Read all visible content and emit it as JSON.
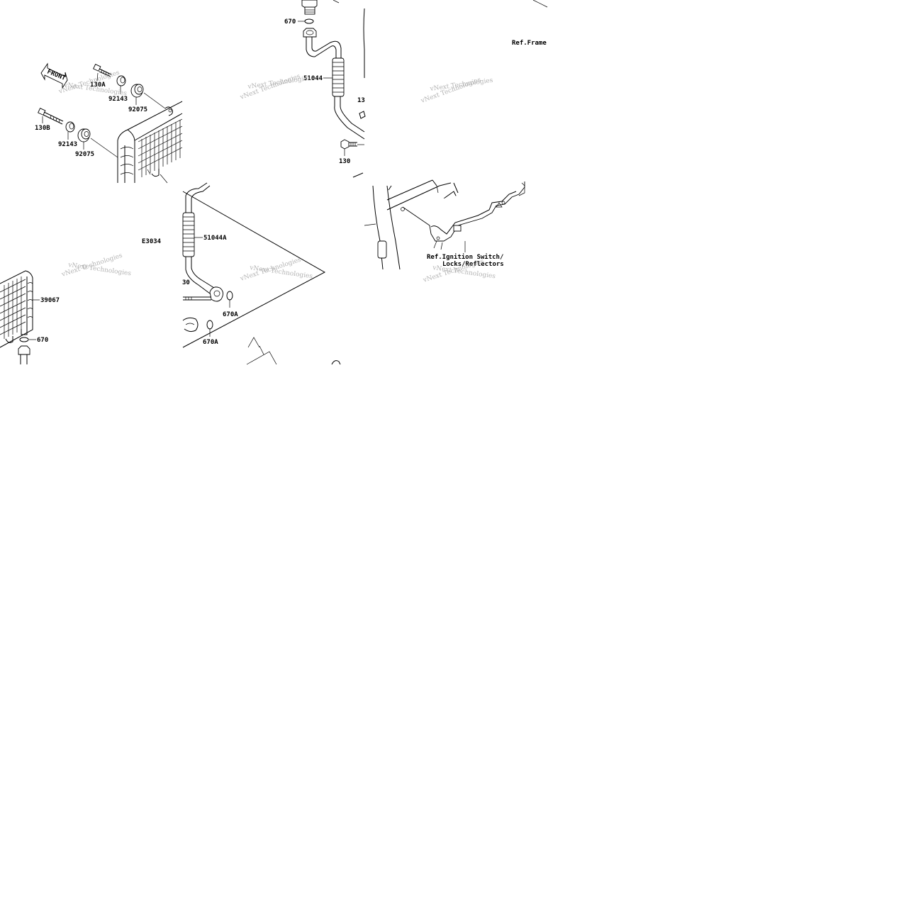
{
  "labels": {
    "p130A": "130A",
    "p92143_top": "92143",
    "p92075_top": "92075",
    "p130B": "130B",
    "p92143_bottom": "92143",
    "p92075_bottom": "92075",
    "p670_top": "670",
    "p51044": "51044",
    "p13_partial": "13",
    "p130": "130",
    "ref_frame": "Ref.Frame",
    "e3034": "E3034",
    "p51044A": "51044A",
    "p39067": "39067",
    "p670_left": "670",
    "p30_partial": "30",
    "p670A_upper": "670A",
    "p670A_lower": "670A",
    "ref_ignition_line1": "Ref.Ignition Switch/",
    "ref_ignition_line2": "Locks/Reflectors",
    "front_arrow": "FRONT"
  },
  "watermark": "vNext Technologies"
}
